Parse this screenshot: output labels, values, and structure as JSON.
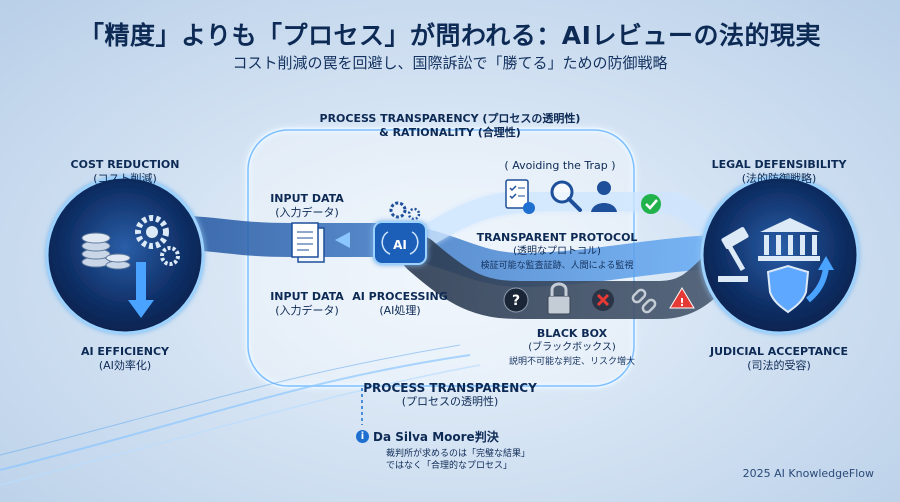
{
  "header": {
    "title": "「精度」よりも「プロセス」が問われる：AIレビューの法的現実",
    "subtitle": "コスト削減の罠を回避し、国際訴訟で「勝てる」ための防御戦略"
  },
  "left_node": {
    "top_label": "COST REDUCTION",
    "top_sub": "(コスト削減)",
    "bottom_label": "AI EFFICIENCY",
    "bottom_sub": "(AI効率化)"
  },
  "right_node": {
    "top_label": "LEGAL DEFENSIBILITY",
    "top_sub": "(法的防御戦略)",
    "bottom_label": "JUDICIAL ACCEPTANCE",
    "bottom_sub": "(司法的受容)"
  },
  "frame": {
    "top_label": "PROCESS TRANSPARENCY (プロセスの透明性)",
    "top_label2": "& RATIONALITY (合理性)",
    "bottom_label": "PROCESS TRANSPARENCY",
    "bottom_sub": "(プロセスの透明性)"
  },
  "input_top": {
    "label": "INPUT DATA",
    "sub": "(入力データ)"
  },
  "input_bottom": {
    "label": "INPUT DATA",
    "sub": "(入力データ)"
  },
  "ai": {
    "chip_text": "AI",
    "label": "AI PROCESSING",
    "sub": "(AI処理)"
  },
  "transparent": {
    "trap": "( Avoiding the Trap )",
    "label": "TRANSPARENT PROTOCOL",
    "sub": "(透明なプロトコル)",
    "note": "検証可能な監査証跡、人間による監視"
  },
  "blackbox": {
    "label": "BLACK BOX",
    "sub": "(ブラックボックス)",
    "note": "説明不可能な判定、リスク増大"
  },
  "case": {
    "icon": "i",
    "title": "Da Silva Moore判決",
    "line1": "裁判所が求めるのは「完璧な結果」",
    "line2": "ではなく「合理的なプロセス」"
  },
  "footer": "2025 AI KnowledgeFlow",
  "icons": [
    "coins-icon",
    "gear-icon",
    "down-arrow-icon",
    "document-icon",
    "brain-chip-icon",
    "checklist-icon",
    "magnifier-icon",
    "person-icon",
    "check-icon",
    "question-icon",
    "lock-icon",
    "x-icon",
    "broken-link-icon",
    "warning-icon",
    "gavel-icon",
    "courthouse-icon",
    "shield-icon",
    "up-arrow-icon"
  ],
  "colors": {
    "primary": "#0d2a55",
    "accent": "#1f6fd1",
    "glow": "#8cc6ff",
    "success": "#22b24c",
    "danger": "#e53935"
  }
}
